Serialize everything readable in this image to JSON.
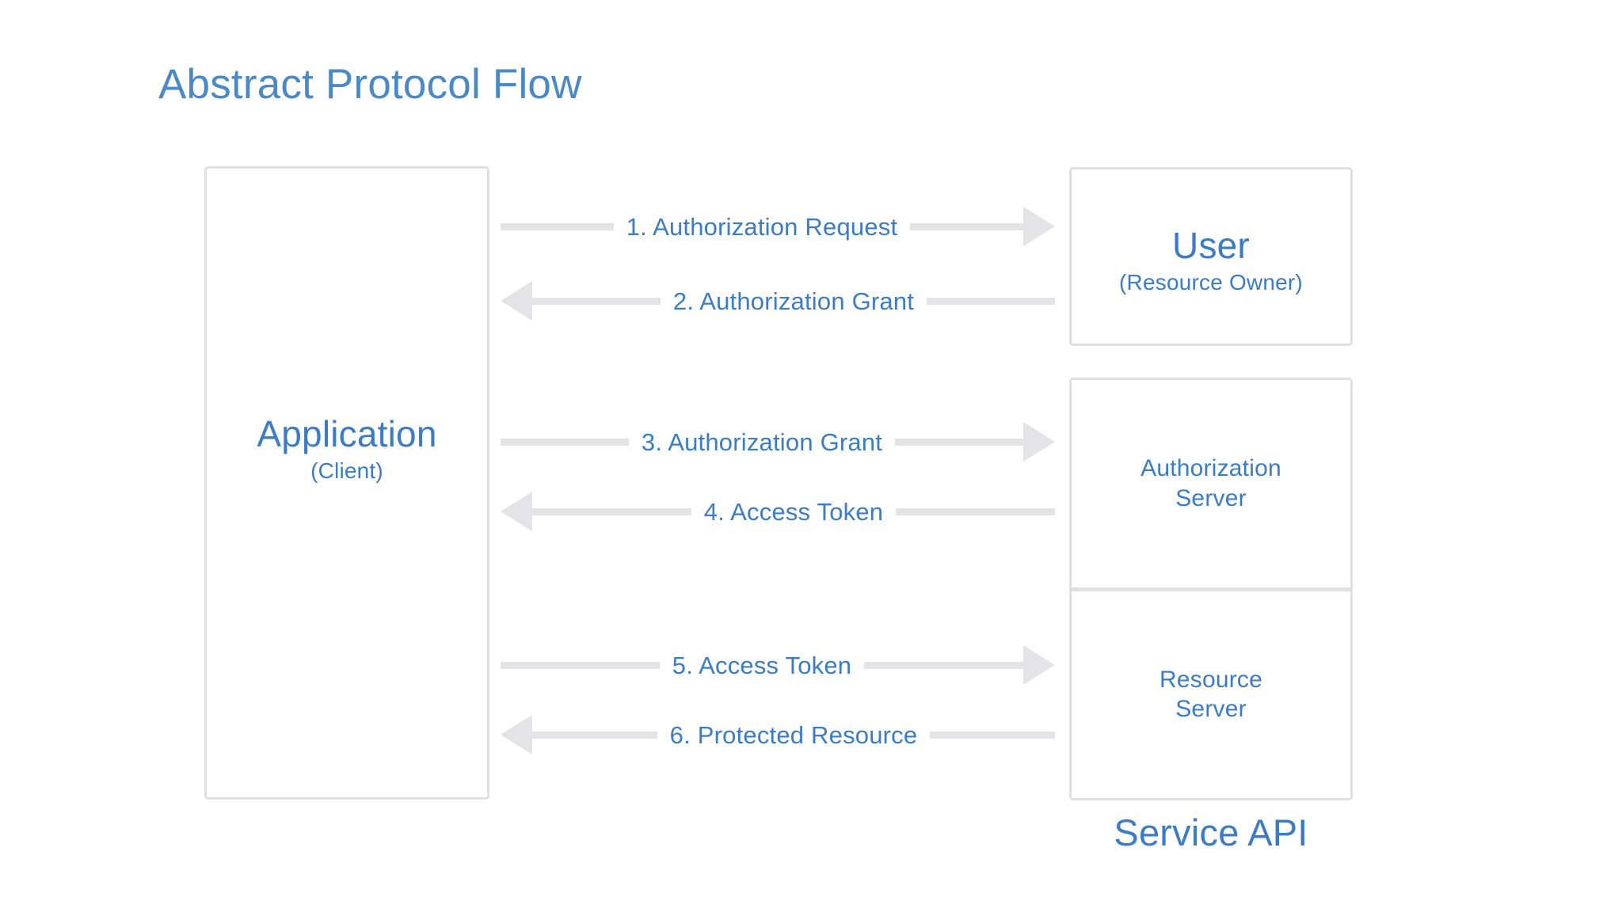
{
  "title": "Abstract Protocol Flow",
  "colors": {
    "title_blue": "#4a89c8",
    "label_blue": "#3b7cc4",
    "box_border_gray": "#e0e0e2",
    "arrow_gray": "#e4e4e6",
    "background": "#ffffff"
  },
  "nodes": {
    "application": {
      "primary": "Application",
      "secondary": "(Client)"
    },
    "user": {
      "primary": "User",
      "secondary": "(Resource Owner)"
    },
    "service_api": {
      "caption": "Service API",
      "cells": [
        {
          "line1": "Authorization",
          "line2": "Server"
        },
        {
          "line1": "Resource",
          "line2": "Server"
        }
      ]
    }
  },
  "flows": [
    {
      "step": "1.",
      "label": "1. Authorization Request",
      "direction": "right",
      "from": "application",
      "to": "user"
    },
    {
      "step": "2.",
      "label": "2. Authorization Grant",
      "direction": "left",
      "from": "user",
      "to": "application"
    },
    {
      "step": "3.",
      "label": "3. Authorization Grant",
      "direction": "right",
      "from": "application",
      "to": "authorization-server"
    },
    {
      "step": "4.",
      "label": "4. Access Token",
      "direction": "left",
      "from": "authorization-server",
      "to": "application"
    },
    {
      "step": "5.",
      "label": "5. Access Token",
      "direction": "right",
      "from": "application",
      "to": "resource-server"
    },
    {
      "step": "6.",
      "label": "6. Protected Resource",
      "direction": "left",
      "from": "resource-server",
      "to": "application"
    }
  ]
}
